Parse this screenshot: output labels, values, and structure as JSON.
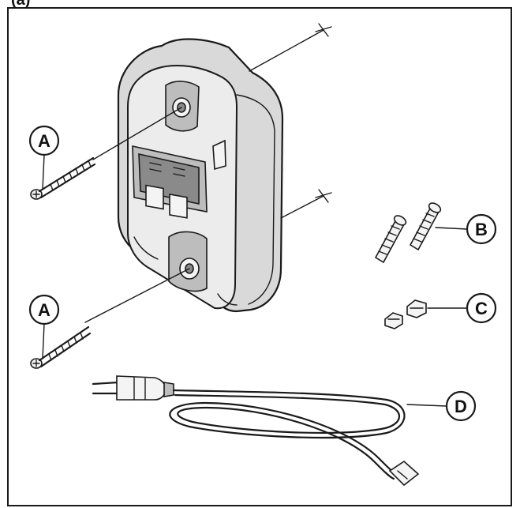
{
  "diagram": {
    "caption_top": "(a)",
    "callouts": [
      {
        "id": "A1",
        "letter": "A"
      },
      {
        "id": "A2",
        "letter": "A"
      },
      {
        "id": "B",
        "letter": "B"
      },
      {
        "id": "C",
        "letter": "C"
      },
      {
        "id": "D",
        "letter": "D"
      }
    ]
  }
}
